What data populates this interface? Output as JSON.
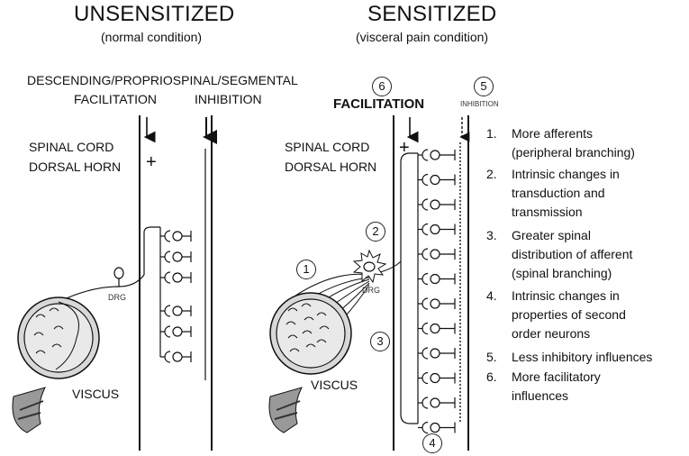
{
  "left": {
    "title": "UNSENSITIZED",
    "subtitle": "(normal condition)",
    "descending_line1": "DESCENDING/PROPRIOSPINAL/SEGMENTAL",
    "facilitation": "FACILITATION",
    "inhibition": "INHIBITION",
    "spinal_cord": "SPINAL CORD",
    "dorsal_horn": "DORSAL HORN",
    "plus": "+",
    "drg": "DRG",
    "viscus": "VISCUS"
  },
  "right": {
    "title": "SENSITIZED",
    "subtitle": "(visceral pain condition)",
    "facilitation": "FACILITATION",
    "inhibition": "INHIBITION",
    "spinal_cord": "SPINAL CORD",
    "dorsal_horn": "DORSAL HORN",
    "plus": "+",
    "drg": "DRG",
    "viscus": "VISCUS",
    "markers": [
      "1",
      "2",
      "3",
      "4",
      "5",
      "6"
    ]
  },
  "list": [
    {
      "n": "1.",
      "lines": [
        "More afferents",
        "(peripheral branching)"
      ]
    },
    {
      "n": "2.",
      "lines": [
        "Intrinsic changes in",
        "transduction and",
        "transmission"
      ]
    },
    {
      "n": "3.",
      "lines": [
        "Greater spinal",
        "distribution of afferent",
        "(spinal branching)"
      ]
    },
    {
      "n": "4.",
      "lines": [
        "Intrinsic changes in",
        "properties of second",
        "order neurons"
      ]
    },
    {
      "n": "5.",
      "lines": [
        "Less inhibitory influences"
      ]
    },
    {
      "n": "6.",
      "lines": [
        "More facilitatory",
        "influences"
      ]
    }
  ]
}
